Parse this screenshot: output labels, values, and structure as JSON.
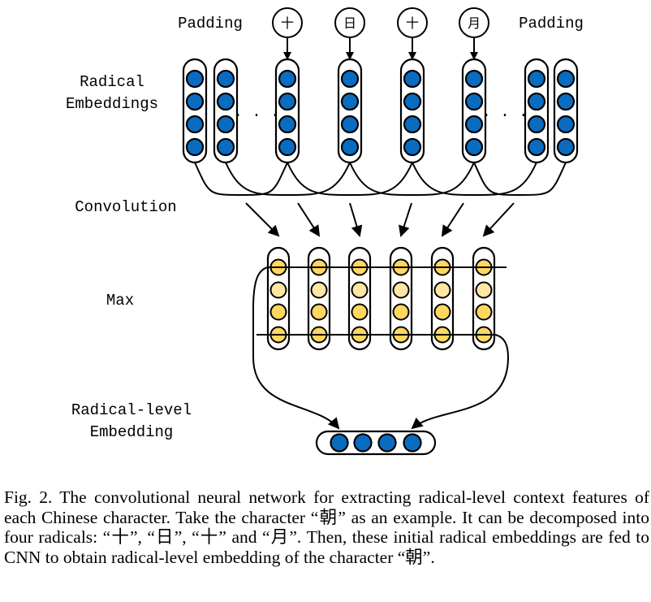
{
  "labels": {
    "padding_left": "Padding",
    "padding_right": "Padding",
    "radical_embeddings_line1": "Radical",
    "radical_embeddings_line2": "Embeddings",
    "convolution": "Convolution",
    "max": "Max",
    "radical_level_line1": "Radical-level",
    "radical_level_line2": "Embedding",
    "ellipsis": "· · ·"
  },
  "radicals": [
    "十",
    "日",
    "十",
    "月"
  ],
  "colors": {
    "embedding_blue": "#0a6cc0",
    "feature_yellow": "#ffd75e",
    "feature_light_yellow": "#ffe6a2",
    "stroke": "#000000"
  },
  "caption": "Fig. 2.  The convolutional neural network for extracting radical-level context features of each Chinese character. Take the character “朝” as an example. It can be decomposed into four radicals: “十”, “日”, “十” and “月”. Then, these initial radical embeddings are fed to CNN to obtain radical-level embedding of the character “朝”."
}
